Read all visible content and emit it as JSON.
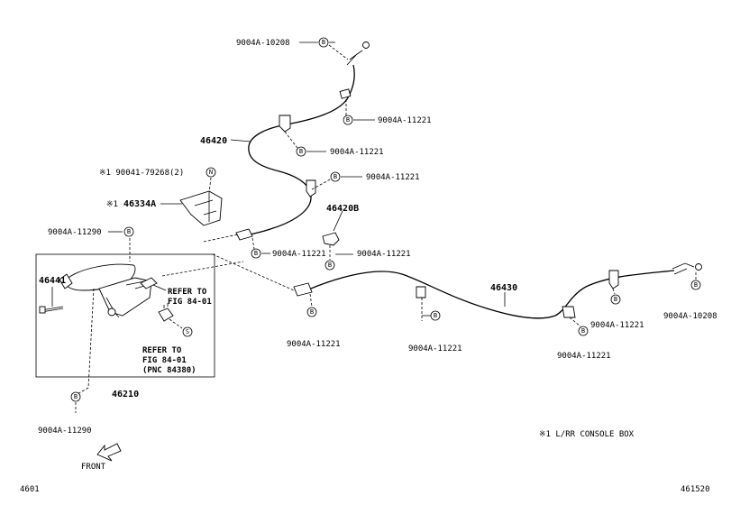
{
  "callouts": {
    "c1": "9004A-10208",
    "c2": "9004A-11221",
    "c3": "9004A-11221",
    "c4": "9004A-11221",
    "c5": "9004A-11221",
    "c6": "9004A-11221",
    "c7": "9004A-11290",
    "c8": "9004A-11221",
    "c9": "9004A-11221",
    "c10": "9004A-11221",
    "c11": "9004A-11221",
    "c12": "9004A-10208",
    "c13": "9004A-11290"
  },
  "symbols": {
    "b": "B",
    "n": "N",
    "s": "S"
  },
  "parts": {
    "p46420": "46420",
    "p46420b": "46420B",
    "p46430": "46430",
    "p46441": "46441",
    "p46210": "46210",
    "p46334a_mark": "※1",
    "p46334a": "46334A",
    "p90041": "※1  90041-79268(2)"
  },
  "refs": {
    "r1_line1": "REFER TO",
    "r1_line2": "FIG 84-01",
    "r2_line1": "REFER TO",
    "r2_line2": "FIG 84-01",
    "r2_line3": "(PNC 84380)"
  },
  "notes": {
    "console_box": "※1 L/RR CONSOLE BOX",
    "front": "FRONT",
    "page_left": "4601",
    "page_right": "461520"
  }
}
